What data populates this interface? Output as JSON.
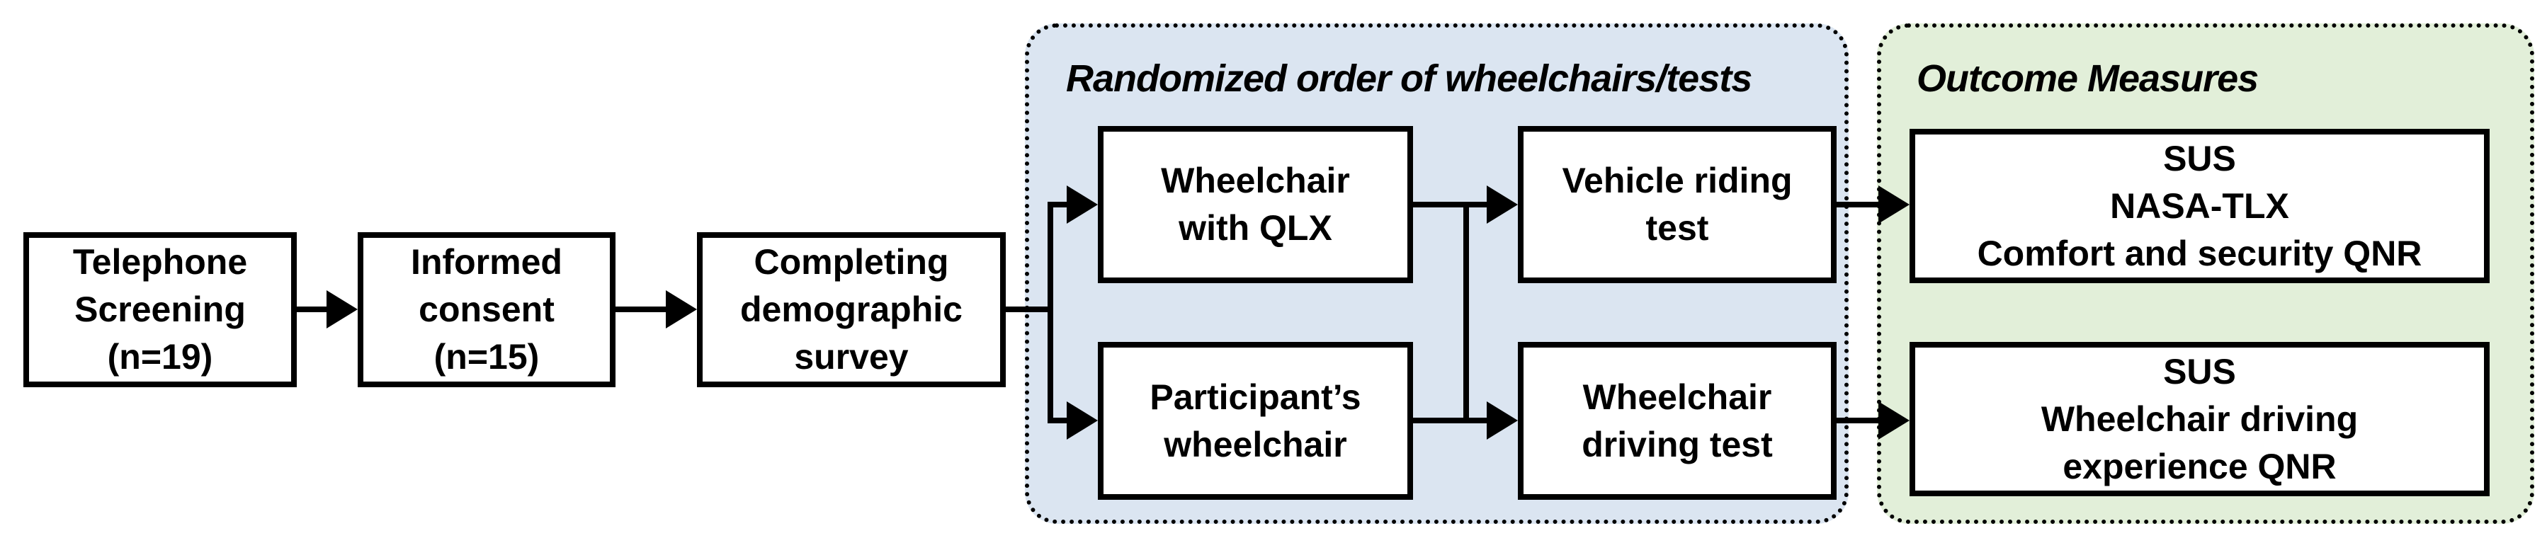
{
  "diagram": {
    "stages": [
      {
        "id": "telephone-screening",
        "label": "Telephone\nScreening\n(n=19)"
      },
      {
        "id": "informed-consent",
        "label": "Informed\nconsent\n(n=15)"
      },
      {
        "id": "demographic-survey",
        "label": "Completing\ndemographic\nsurvey"
      }
    ],
    "randomized_group": {
      "title": "Randomized order of wheelchairs/tests",
      "wheelchairs": [
        {
          "id": "wheelchair-with-qlx",
          "label": "Wheelchair\nwith QLX"
        },
        {
          "id": "participants-wheelchair",
          "label": "Participant’s\nwheelchair"
        }
      ],
      "tests": [
        {
          "id": "vehicle-riding-test",
          "label": "Vehicle riding\ntest"
        },
        {
          "id": "wheelchair-driving-test",
          "label": "Wheelchair\ndriving test"
        }
      ]
    },
    "outcomes_group": {
      "title": "Outcome Measures",
      "measures": [
        {
          "id": "riding-outcomes",
          "label": "SUS\nNASA-TLX\nComfort and security QNR"
        },
        {
          "id": "driving-outcomes",
          "label": "SUS\nWheelchair driving\nexperience QNR"
        }
      ]
    },
    "colors": {
      "randomized-fill": "#dbe5f1",
      "outcomes-fill": "#e2efd9",
      "node-fill": "#ffffff",
      "line": "#000000"
    }
  }
}
